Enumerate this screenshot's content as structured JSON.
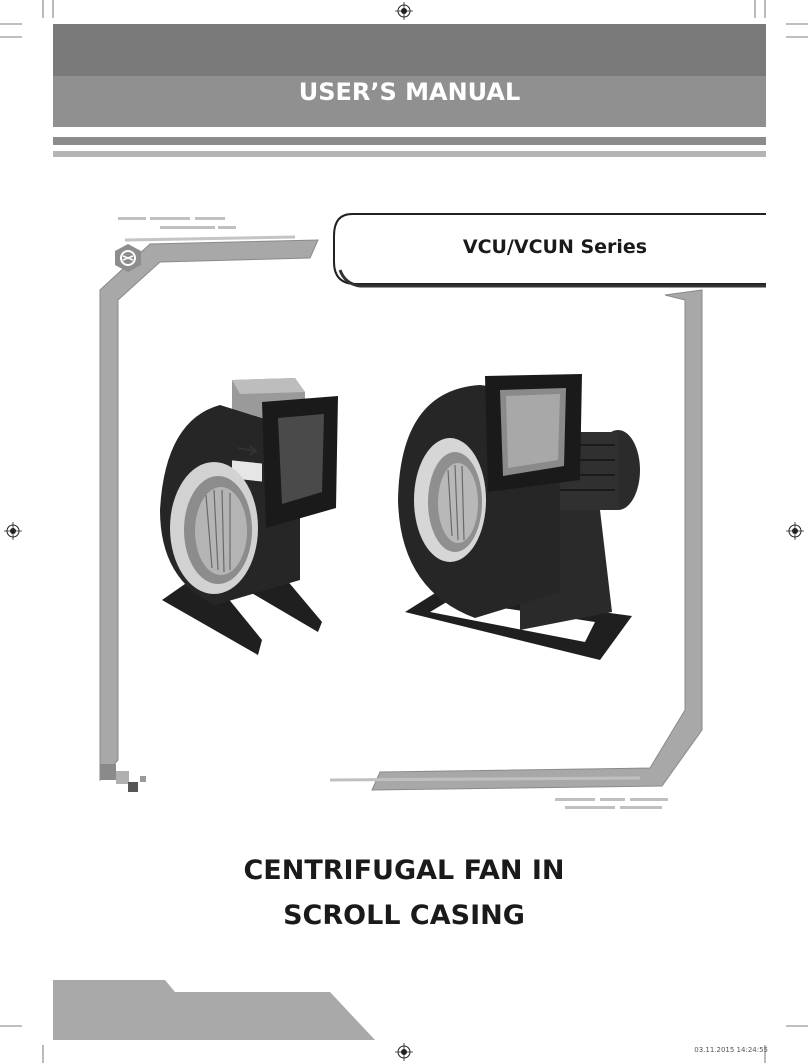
{
  "header": {
    "title": "USER’S MANUAL"
  },
  "product": {
    "series": "VCU/VCUN Series"
  },
  "cover": {
    "title_line1": "CENTRIFUGAL FAN IN",
    "title_line2": "SCROLL CASING"
  },
  "footer": {
    "timestamp": "03.11.2015   14:24:55"
  },
  "colors": {
    "header_dark": "#7a7a7a",
    "header_light": "#909090",
    "frame_gray": "#a8a8a8",
    "fan_body": "#262626"
  },
  "images": {
    "left_fan": "vcu-centrifugal-fan",
    "right_fan": "vcun-centrifugal-fan-with-motor"
  },
  "icons": {
    "logo": "company-logo-icon",
    "registration": "registration-mark-icon"
  }
}
